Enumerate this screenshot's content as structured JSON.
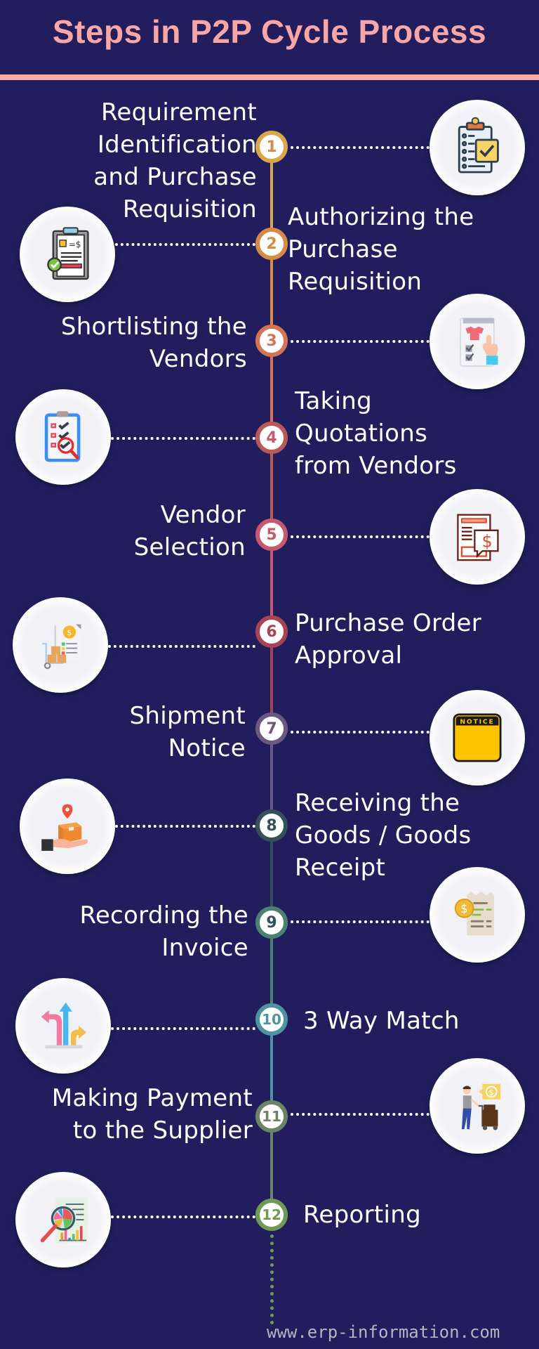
{
  "title": "Steps in P2P Cycle Process",
  "colors": {
    "background": "#221e5e",
    "title": "#f9a6a6",
    "rule": "#f6a9a8",
    "text": "#ffffff",
    "footer": "#b5b5c2"
  },
  "steps": [
    {
      "number": "1",
      "label_lines": [
        "Requirement",
        "Identification",
        "and Purchase",
        "Requisition"
      ],
      "side": "left",
      "color": "#d9a64c",
      "icon": "clipboard-checklist-icon"
    },
    {
      "number": "2",
      "label_lines": [
        "Authorizing the",
        "Purchase",
        "Requisition"
      ],
      "side": "right",
      "color": "#d68a46",
      "icon": "approved-invoice-clipboard-icon"
    },
    {
      "number": "3",
      "label_lines": [
        "Shortlisting the",
        "Vendors"
      ],
      "side": "left",
      "color": "#d57455",
      "icon": "product-list-selection-icon"
    },
    {
      "number": "4",
      "label_lines": [
        "Taking",
        "Quotations",
        "from Vendors"
      ],
      "side": "right",
      "color": "#b85a58",
      "icon": "checklist-magnifier-icon"
    },
    {
      "number": "5",
      "label_lines": [
        "Vendor",
        "Selection"
      ],
      "side": "left",
      "color": "#c7596e",
      "icon": "price-quote-document-icon"
    },
    {
      "number": "6",
      "label_lines": [
        "Purchase Order",
        "Approval"
      ],
      "side": "right",
      "color": "#a84355",
      "icon": "purchase-order-cart-icon"
    },
    {
      "number": "7",
      "label_lines": [
        "Shipment",
        "Notice"
      ],
      "side": "left",
      "color": "#6a5880",
      "icon": "notice-sign-icon"
    },
    {
      "number": "8",
      "label_lines": [
        "Receiving the",
        "Goods / Goods",
        "Receipt"
      ],
      "side": "right",
      "color": "#34505a",
      "icon": "package-in-hand-icon"
    },
    {
      "number": "9",
      "label_lines": [
        "Recording the",
        "Invoice"
      ],
      "side": "left",
      "color": "#4b8170",
      "icon": "invoice-receipt-coin-icon"
    },
    {
      "number": "10",
      "label_lines": [
        "3 Way Match"
      ],
      "side": "right",
      "color": "#4e94a0",
      "icon": "three-arrows-icon"
    },
    {
      "number": "11",
      "label_lines": [
        "Making Payment",
        "to the Supplier"
      ],
      "side": "left",
      "color": "#6b8466",
      "icon": "payment-delivery-icon"
    },
    {
      "number": "12",
      "label_lines": [
        "Reporting"
      ],
      "side": "right",
      "color": "#6e9a56",
      "icon": "report-analysis-icon"
    }
  ],
  "footer": "www.erp-information.com"
}
